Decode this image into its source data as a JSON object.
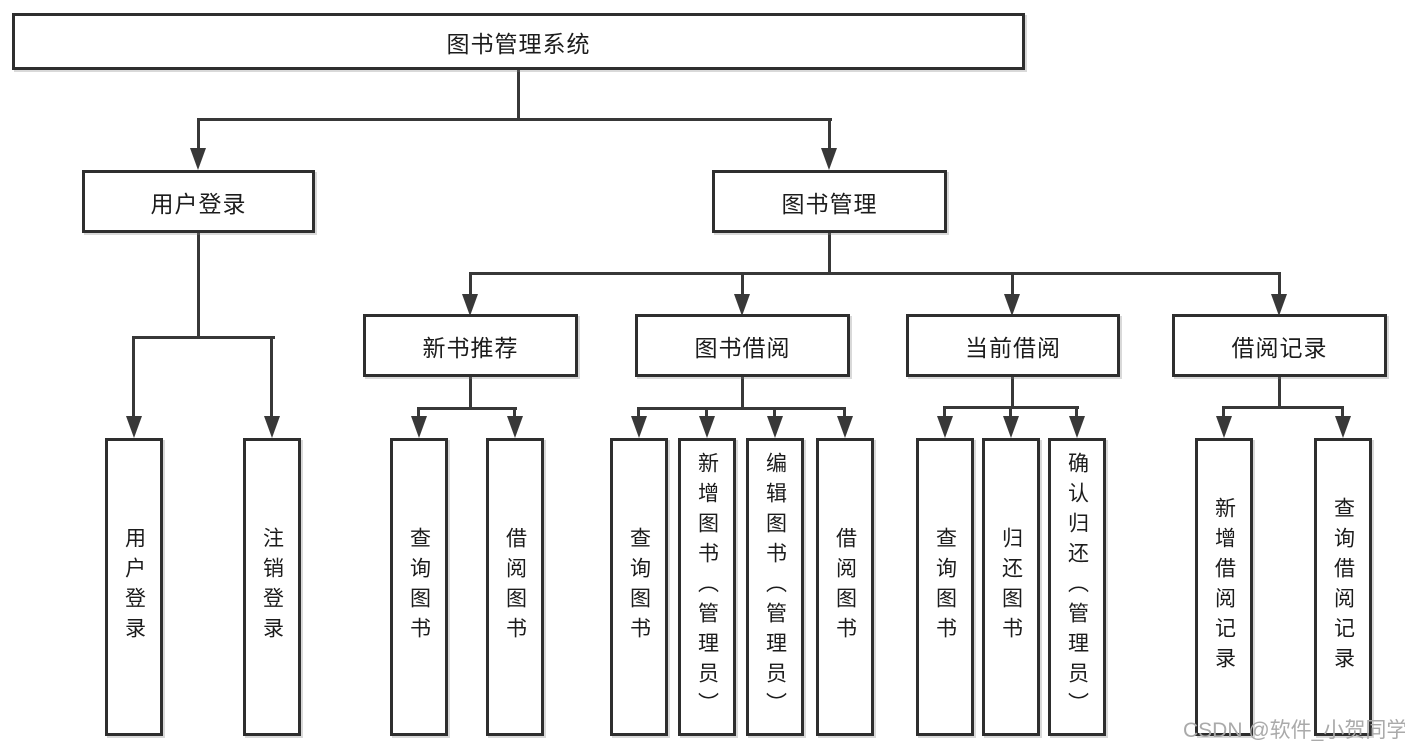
{
  "diagram_type": "hierarchy-tree",
  "tree": {
    "label": "图书管理系统",
    "children": [
      {
        "label": "用户登录",
        "children": [
          {
            "label": "用户登录"
          },
          {
            "label": "注销登录"
          }
        ]
      },
      {
        "label": "图书管理",
        "children": [
          {
            "label": "新书推荐",
            "children": [
              {
                "label": "查询图书"
              },
              {
                "label": "借阅图书"
              }
            ]
          },
          {
            "label": "图书借阅",
            "children": [
              {
                "label": "查询图书"
              },
              {
                "label": "新增图书（管理员）"
              },
              {
                "label": "编辑图书（管理员）"
              },
              {
                "label": "借阅图书"
              }
            ]
          },
          {
            "label": "当前借阅",
            "children": [
              {
                "label": "查询图书"
              },
              {
                "label": "归还图书"
              },
              {
                "label": "确认归还（管理员）"
              }
            ]
          },
          {
            "label": "借阅记录",
            "children": [
              {
                "label": "新增借阅记录"
              },
              {
                "label": "查询借阅记录"
              }
            ]
          }
        ]
      }
    ]
  },
  "watermark": {
    "text": "CSDN @软件_小贺同学"
  },
  "colors": {
    "line": "#383838",
    "border": "#2e2e2e",
    "text": "#1c1c1c",
    "background": "#ffffff",
    "watermark": "#aaaaaa"
  }
}
